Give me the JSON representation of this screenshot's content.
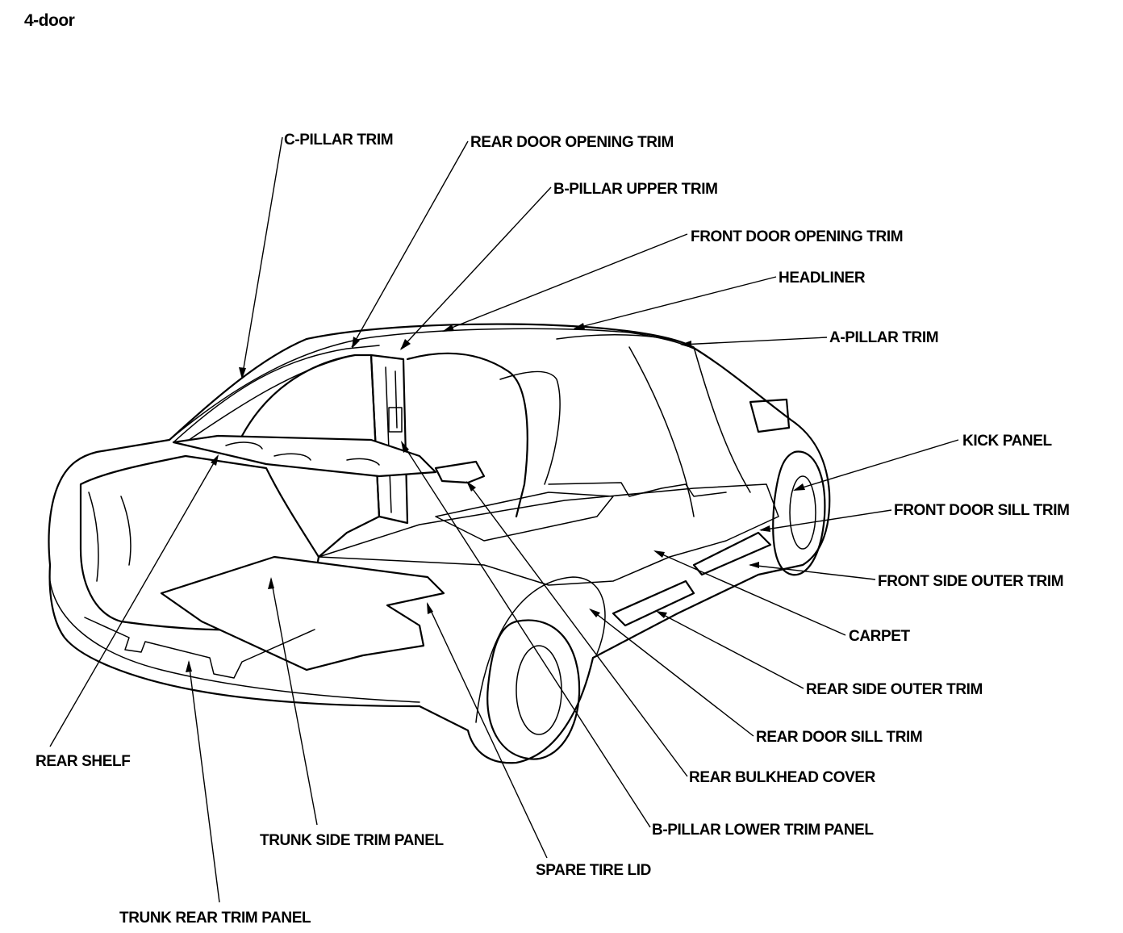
{
  "title": "4-door",
  "labels": {
    "c_pillar_trim": "C-PILLAR TRIM",
    "rear_door_opening_trim": "REAR DOOR OPENING TRIM",
    "b_pillar_upper_trim": "B-PILLAR UPPER TRIM",
    "front_door_opening_trim": "FRONT DOOR OPENING TRIM",
    "headliner": "HEADLINER",
    "a_pillar_trim": "A-PILLAR TRIM",
    "kick_panel": "KICK PANEL",
    "front_door_sill_trim": "FRONT DOOR SILL TRIM",
    "front_side_outer_trim": "FRONT SIDE OUTER TRIM",
    "carpet": "CARPET",
    "rear_side_outer_trim": "REAR SIDE OUTER TRIM",
    "rear_door_sill_trim": "REAR DOOR SILL TRIM",
    "rear_bulkhead_cover": "REAR BULKHEAD COVER",
    "b_pillar_lower_trim_panel": "B-PILLAR LOWER TRIM PANEL",
    "spare_tire_lid": "SPARE TIRE LID",
    "trunk_side_trim_panel": "TRUNK SIDE TRIM PANEL",
    "trunk_rear_trim_panel": "TRUNK REAR TRIM PANEL",
    "rear_shelf": "REAR SHELF"
  }
}
